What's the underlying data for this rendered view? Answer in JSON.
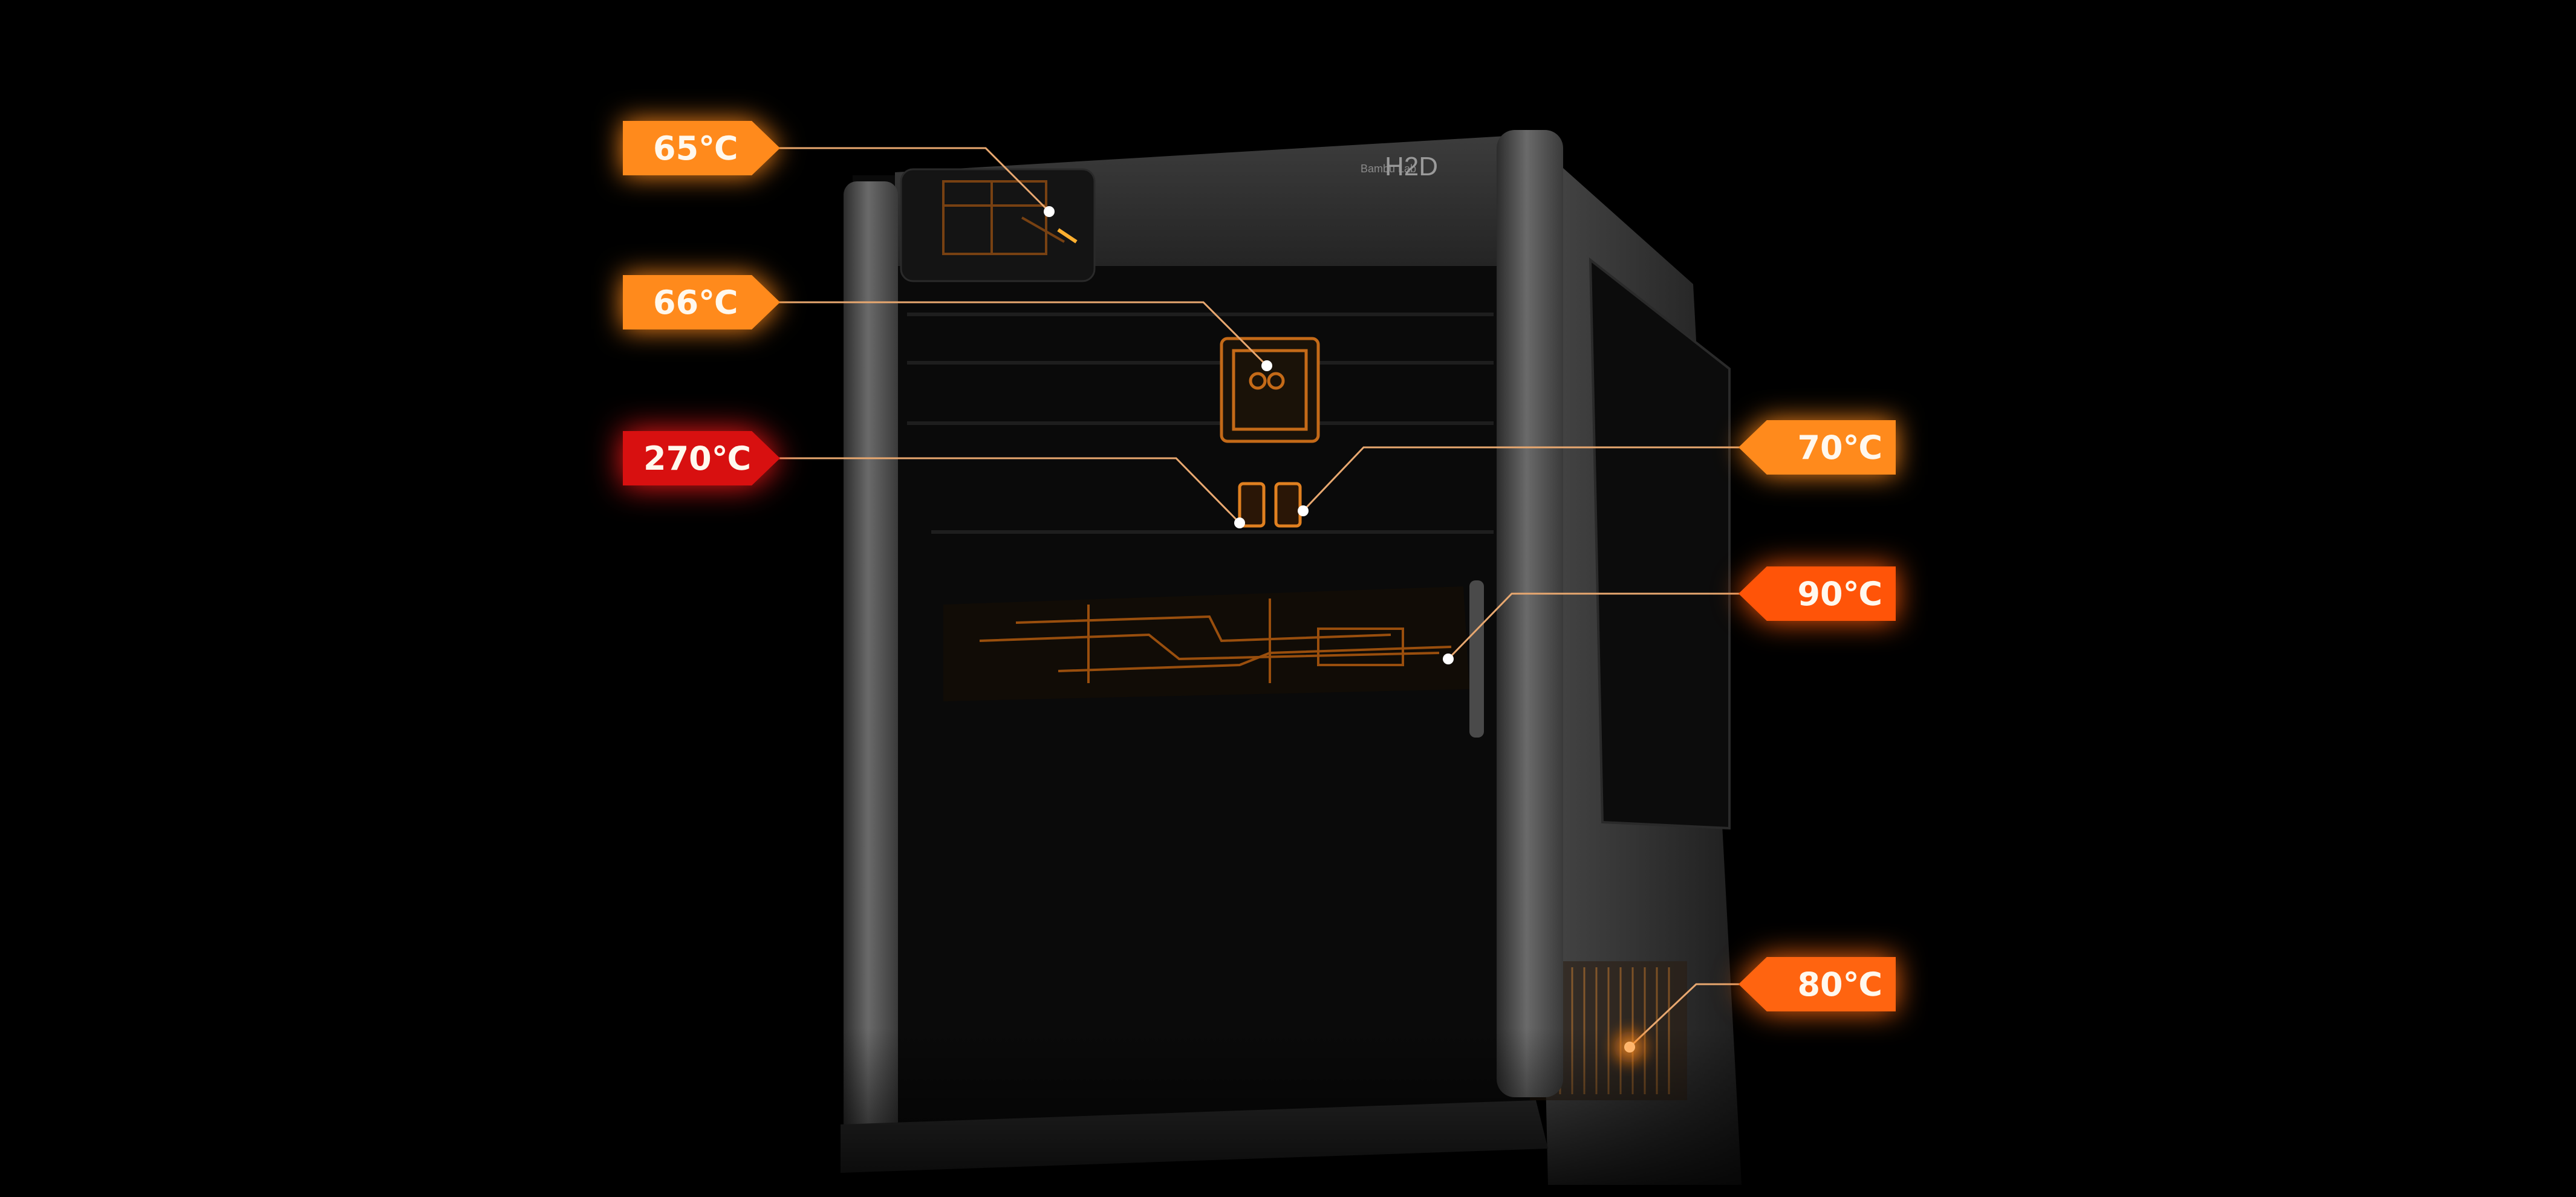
{
  "brand": {
    "small_text": "Bambu Lab",
    "model": "H2D"
  },
  "temperatures": [
    {
      "id": "t1",
      "value": "65℃",
      "side": "left",
      "color": "#ff8a1c"
    },
    {
      "id": "t2",
      "value": "66℃",
      "side": "left",
      "color": "#ff8a1c"
    },
    {
      "id": "t3",
      "value": "270℃",
      "side": "left",
      "color": "#e01212"
    },
    {
      "id": "t4",
      "value": "70℃",
      "side": "right",
      "color": "#ff8a1c"
    },
    {
      "id": "t5",
      "value": "90℃",
      "side": "right",
      "color": "#ff5a0a"
    },
    {
      "id": "t6",
      "value": "80℃",
      "side": "right",
      "color": "#ff6a10"
    }
  ],
  "colors": {
    "background": "#000000",
    "frame": "#5a5a5a",
    "heat_trace": "#ff8c1a",
    "leader_line": "#f0b070"
  }
}
